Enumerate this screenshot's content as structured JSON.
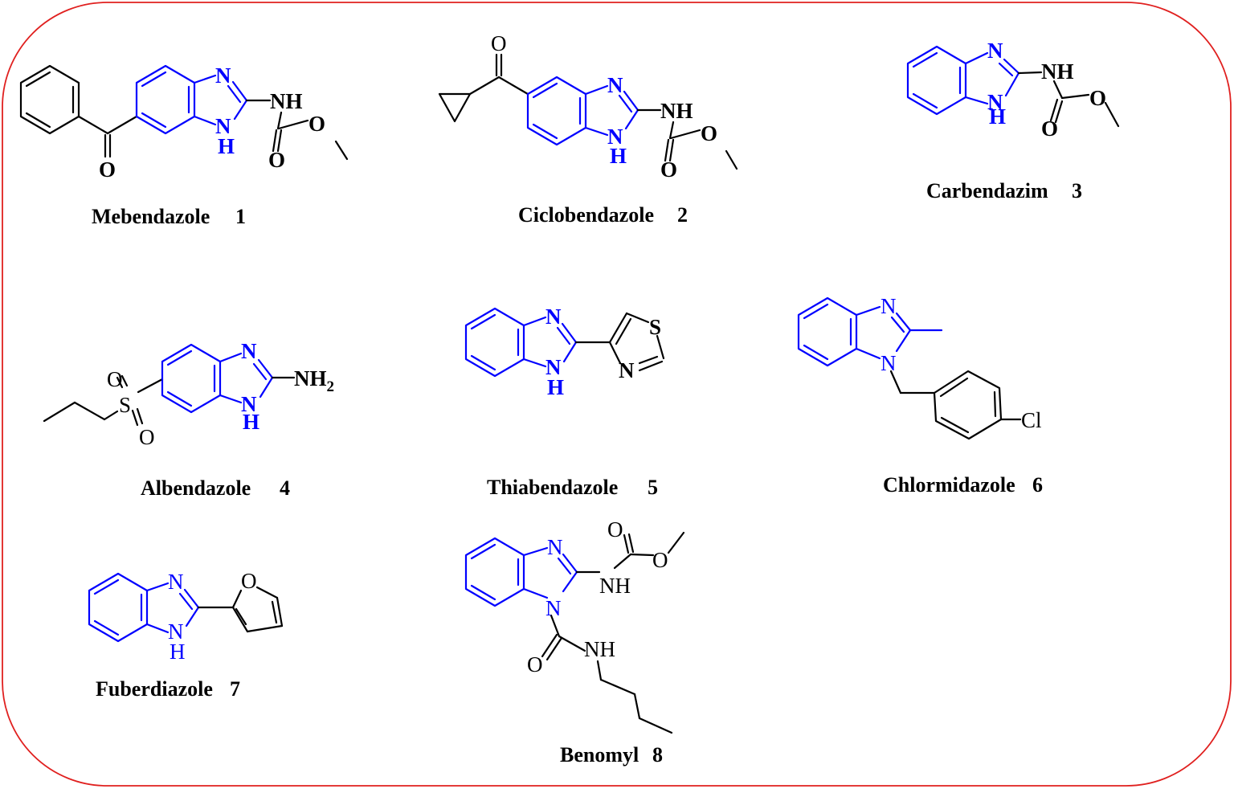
{
  "colors": {
    "border": "#e0201f",
    "core": "#0000ff",
    "substituent": "#000000",
    "background": "#ffffff"
  },
  "atoms": {
    "N": "N",
    "NH": "NH",
    "H": "H",
    "O": "O",
    "S": "S",
    "Cl": "Cl",
    "NH2": "NH",
    "sub2": "2"
  },
  "compounds": [
    {
      "name": "Mebendazole",
      "number": "1"
    },
    {
      "name": "Ciclobendazole",
      "number": "2"
    },
    {
      "name": "Carbendazim",
      "number": "3"
    },
    {
      "name": "Albendazole",
      "number": "4"
    },
    {
      "name": "Thiabendazole",
      "number": "5"
    },
    {
      "name": "Chlormidazole",
      "number": "6"
    },
    {
      "name": "Fuberdiazole",
      "number": "7"
    },
    {
      "name": "Benomyl",
      "number": "8"
    }
  ]
}
